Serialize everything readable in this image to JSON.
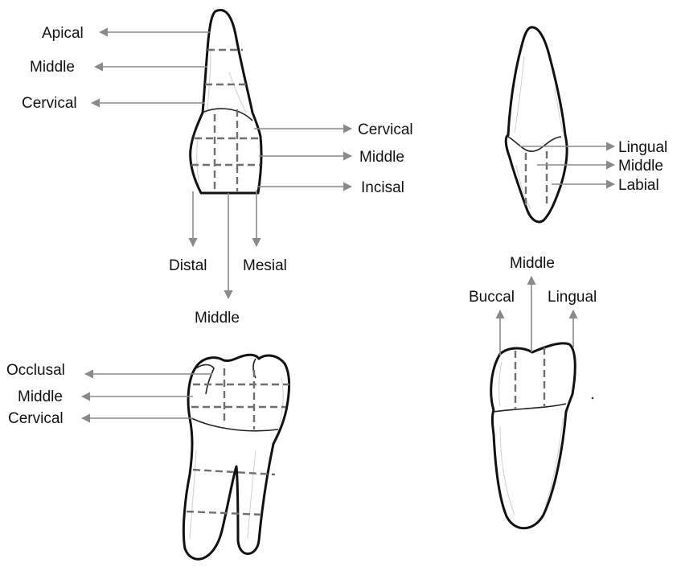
{
  "incisor_labial": {
    "crown_thirds": [
      "Cervical",
      "Middle",
      "Incisal"
    ],
    "root_thirds": [
      "Apical",
      "Middle",
      "Cervical"
    ],
    "mesiodistal_thirds": [
      "Distal",
      "Middle",
      "Mesial"
    ]
  },
  "incisor_proximal": {
    "labiolingual_thirds": [
      "Lingual",
      "Middle",
      "Labial"
    ]
  },
  "molar_buccal": {
    "crown_thirds": [
      "Occlusal",
      "Middle",
      "Cervical"
    ]
  },
  "molar_proximal": {
    "buccolingual_thirds": [
      "Buccal",
      "Middle",
      "Lingual"
    ]
  },
  "colors": {
    "outline": "#111111",
    "dashes": "#6f6f6f",
    "arrows": "#8a8a8a"
  }
}
